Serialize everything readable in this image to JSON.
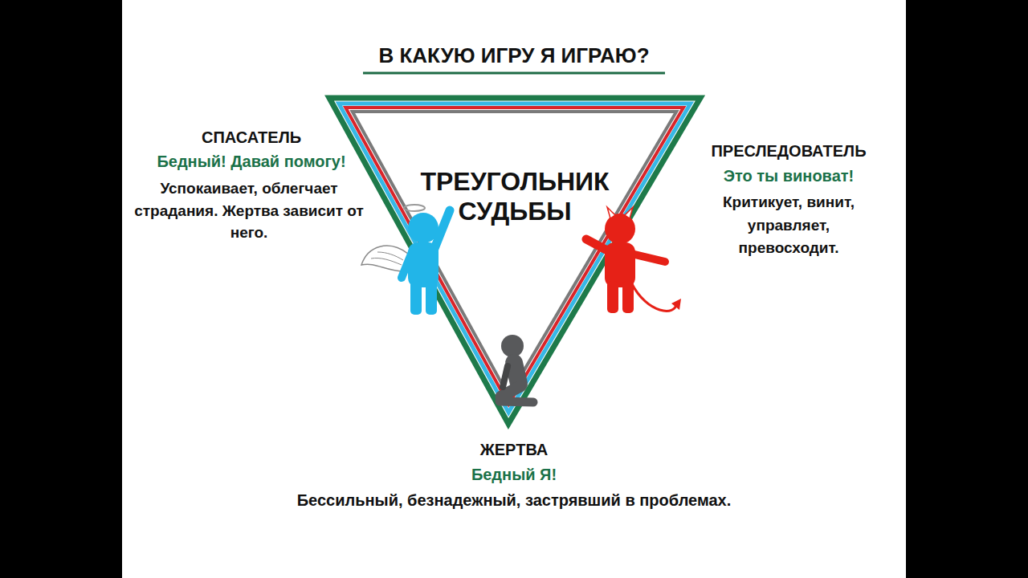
{
  "diagram": {
    "title": "В КАКУЮ ИГРУ Я ИГРАЮ?",
    "nodes": [
      {
        "text": [
          "ТРЕУГОЛЬНИК СУДЬБЫ"
        ]
      }
    ],
    "labels": [
      "СПАСАТЕЛЬ",
      "Бедный! Давай помогу!",
      "Успокаивает, облегчает страдания. Жертва зависит от него.",
      "ПРЕСЛЕДОВАТЕЛЬ",
      "Это ты виноват!",
      "Критикует, винит, управляет, превосходит.",
      "ЖЕРТВА",
      "Бедный Я!",
      "Бессильный, безнадежный, застрявший в проблемах."
    ]
  }
}
